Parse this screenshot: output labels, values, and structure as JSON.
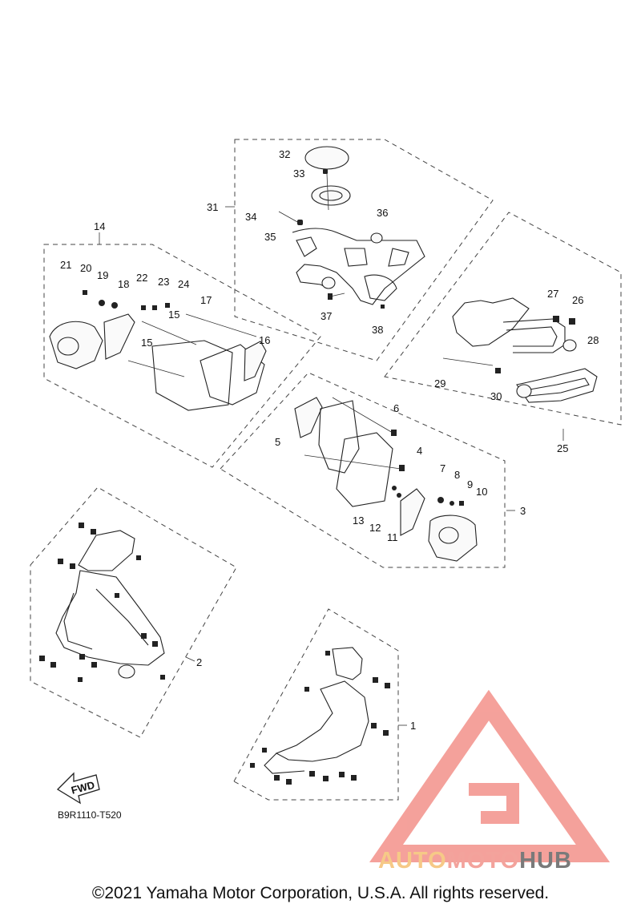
{
  "diagram": {
    "code": "B9R1110-T520",
    "fwd_label": "FWD",
    "copyright": "©2021 Yamaha Motor Corporation, U.S.A. All rights reserved.",
    "watermark": {
      "auto": "AUTO",
      "moto": "MOTO",
      "hub": "HUB"
    },
    "callouts": {
      "c1": "1",
      "c2": "2",
      "c3": "3",
      "c4": "4",
      "c5": "5",
      "c6": "6",
      "c7": "7",
      "c8": "8",
      "c9": "9",
      "c10": "10",
      "c11": "11",
      "c12": "12",
      "c13": "13",
      "c14": "14",
      "c15a": "15",
      "c15b": "15",
      "c16": "16",
      "c17": "17",
      "c18": "18",
      "c19": "19",
      "c20": "20",
      "c21": "21",
      "c22": "22",
      "c23": "23",
      "c24": "24",
      "c25": "25",
      "c26": "26",
      "c27": "27",
      "c28": "28",
      "c29": "29",
      "c30": "30",
      "c31": "31",
      "c32": "32",
      "c33": "33",
      "c34": "34",
      "c35": "35",
      "c36": "36",
      "c37": "37",
      "c38": "38"
    },
    "colors": {
      "wm_red": "#ef6f66",
      "wm_auto": "#f6c987",
      "wm_moto": "#f3a39c",
      "wm_hub": "#7a7a7a"
    }
  }
}
